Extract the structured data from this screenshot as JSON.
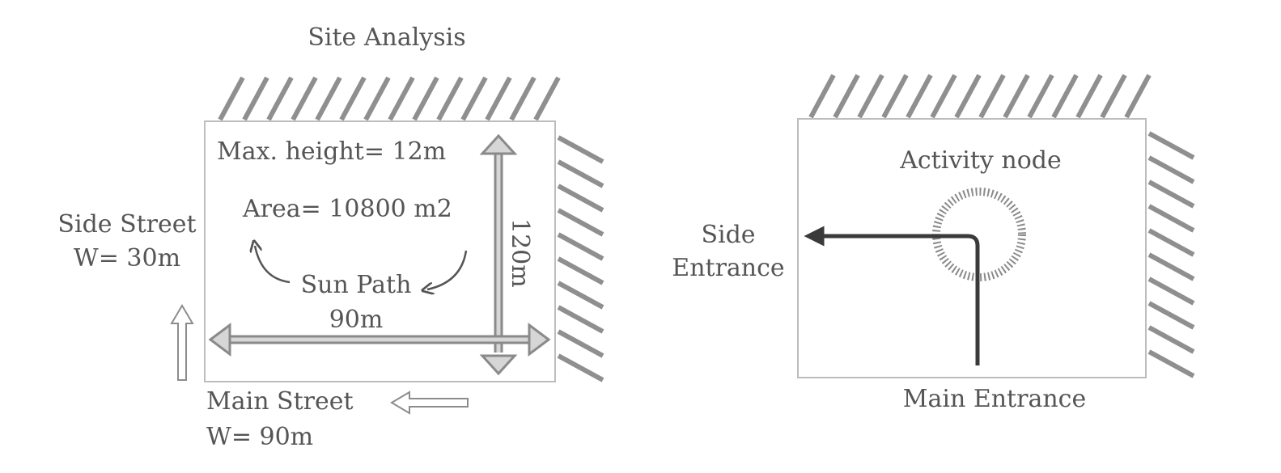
{
  "site_analysis": {
    "title": "Site Analysis",
    "max_height_label": "Max. height= 12m",
    "area_label": "Area= 10800 m2",
    "sun_path_label": "Sun Path",
    "width_dim_label": "90m",
    "depth_dim_label": "120m",
    "side_street": {
      "name": "Side Street",
      "width": "W= 30m"
    },
    "main_street": {
      "name": "Main Street",
      "width": "W= 90m"
    }
  },
  "access_plan": {
    "activity_node_label": "Activity node",
    "side_entrance": {
      "line1": "Side",
      "line2": "Entrance"
    },
    "main_entrance_label": "Main Entrance"
  },
  "colors": {
    "text": "#555555",
    "hatch": "#8f8f8f",
    "dimension_arrow": "#8a8a8a",
    "circulation_path": "#3a3a3a"
  }
}
